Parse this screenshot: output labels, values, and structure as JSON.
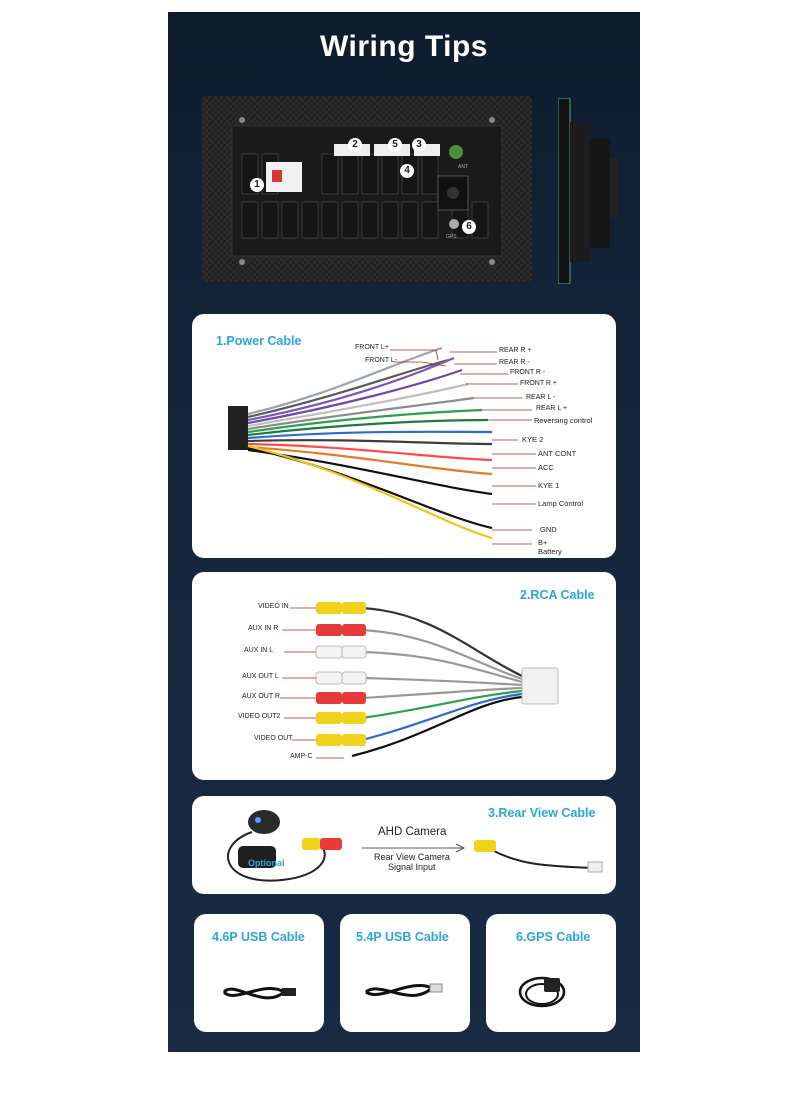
{
  "header": {
    "title": "Wiring Tips"
  },
  "unit_ports": [
    "1",
    "2",
    "5",
    "3",
    "4",
    "6"
  ],
  "unit_text": {
    "ant": "ANT",
    "gps": "GPS"
  },
  "power_cable": {
    "title": "1.Power Cable",
    "left_labels": [
      "FRONT L+",
      "FRONT L-"
    ],
    "right_labels": [
      "REAR R +",
      "REAR R -",
      "FRONT R -",
      "FRONT R +",
      "REAR L -",
      "REAR L +",
      "Reversing control",
      "KYE 2",
      "ANT CONT",
      "ACC",
      "KYE 1",
      "Lamp Control",
      "GND",
      "B+",
      "Battery"
    ]
  },
  "rca_cable": {
    "title": "2.RCA Cable",
    "labels": [
      "VIDEO IN",
      "AUX IN R",
      "AUX  IN L",
      "AUX OUT L",
      "AUX OUT R",
      "VIDEO OUT2",
      "VIDEO OUT",
      "AMP-C"
    ]
  },
  "rear_view_cable": {
    "title": "3.Rear View Cable",
    "camera_label": "AHD Camera",
    "optional_label": "Optional",
    "signal_line1": "Rear View Camera",
    "signal_line2": "Signal Input"
  },
  "small_cables": [
    {
      "title": "4.6P USB Cable"
    },
    {
      "title": "5.4P USB Cable"
    },
    {
      "title": "6.GPS Cable"
    }
  ],
  "colors": {
    "accent": "#2aa7d8",
    "background": "#142339",
    "panel": "#ffffff"
  }
}
